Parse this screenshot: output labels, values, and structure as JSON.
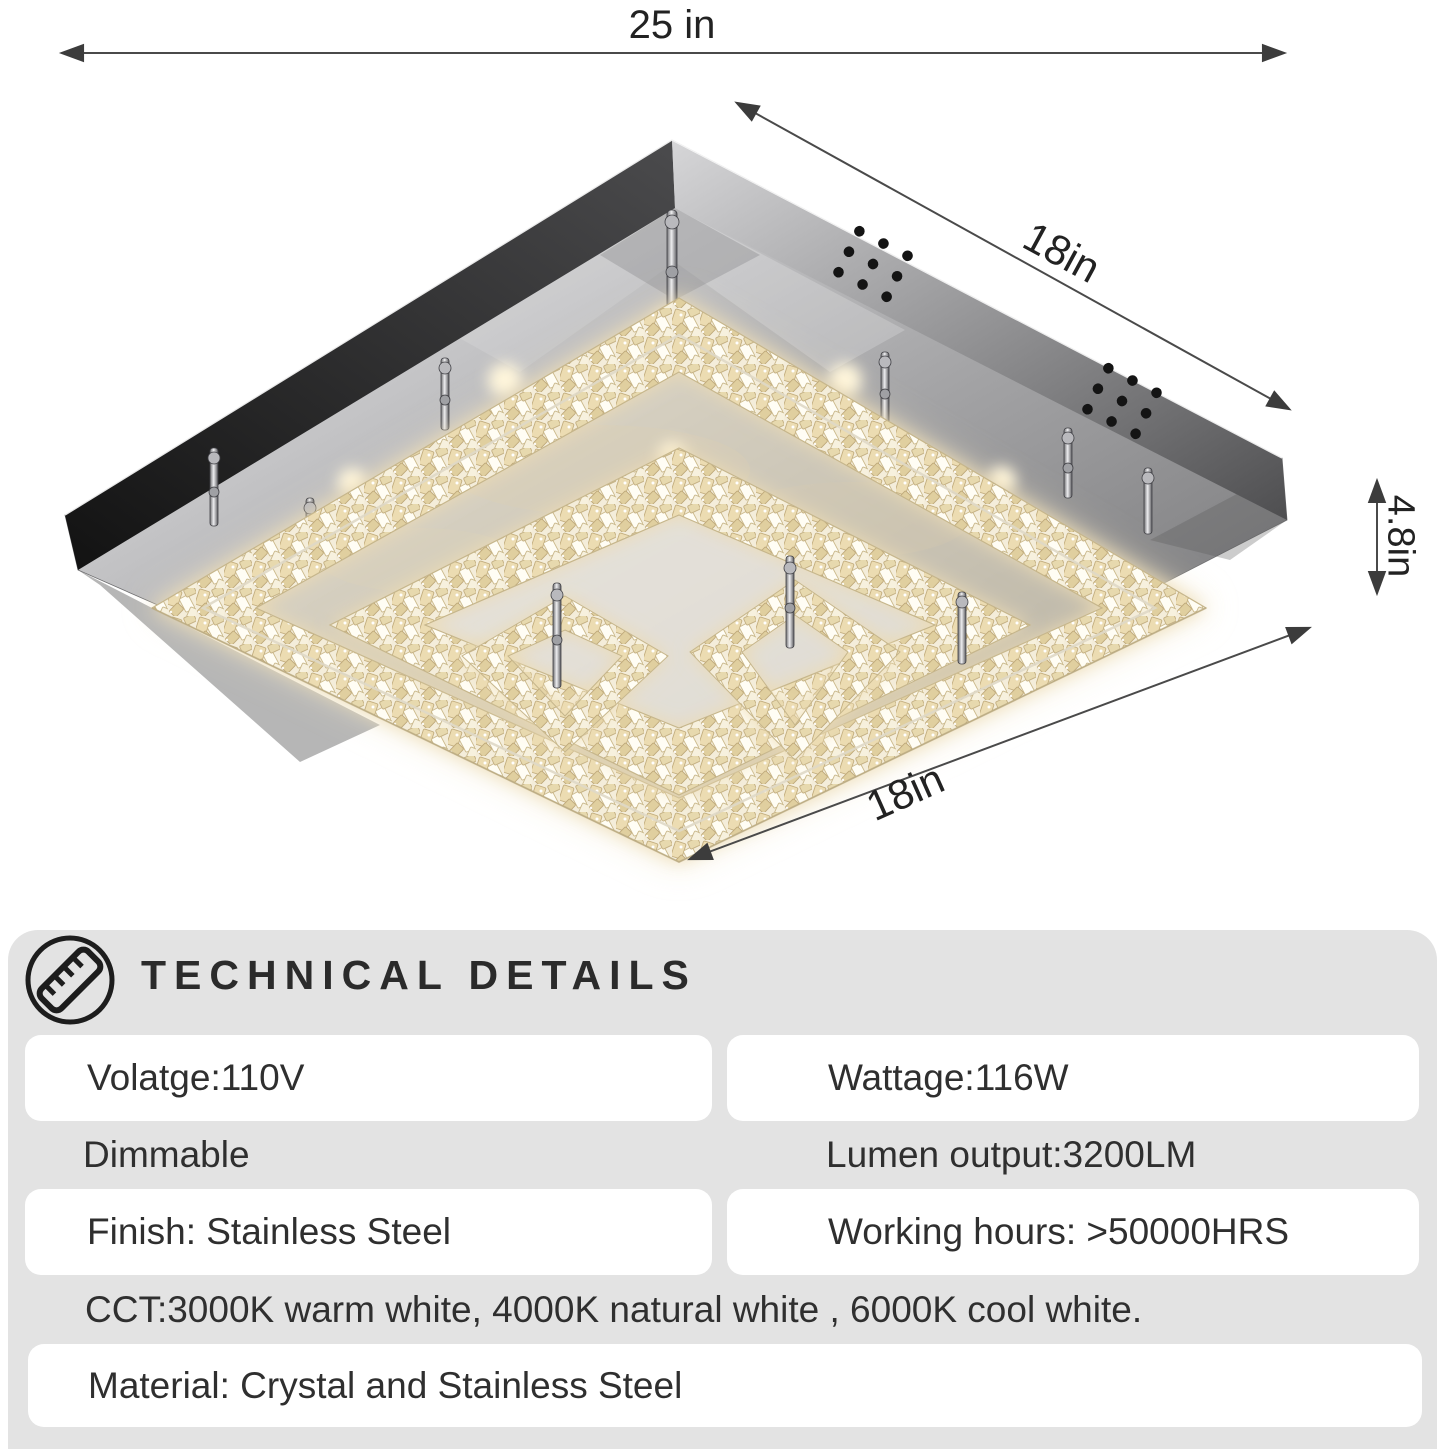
{
  "product_photo": {
    "description": "Square crystal LED flush-mount ceiling light seen from below with stainless canopy and concentric crystal bands",
    "dimension_labels": {
      "top_width": "25 in",
      "upper_right_depth": "18in",
      "height": "4.8in",
      "lower_front_width": "18in"
    }
  },
  "technical_details": {
    "header_icon": "ruler-icon",
    "title": "TECHNICAL DETAILS",
    "rows": [
      {
        "left": "Volatge:110V",
        "right": "Wattage:116W"
      },
      {
        "left": "Dimmable",
        "right": "Lumen output:3200LM"
      },
      {
        "left": "Finish: Stainless Steel",
        "right": "Working hours: >50000HRS"
      },
      {
        "full": "CCT:3000K warm white, 4000K natural white , 6000K cool white."
      },
      {
        "full": "Material: Crystal and Stainless Steel"
      }
    ]
  },
  "colors": {
    "panel_bg": "#e3e3e3",
    "card_bg": "#ffffff",
    "spec_text": "#2f2f2f",
    "dimension_line": "#4a4a4a",
    "crystal_champagne": "#ecdcb2",
    "chrome_dark": "#1a1a1a"
  }
}
